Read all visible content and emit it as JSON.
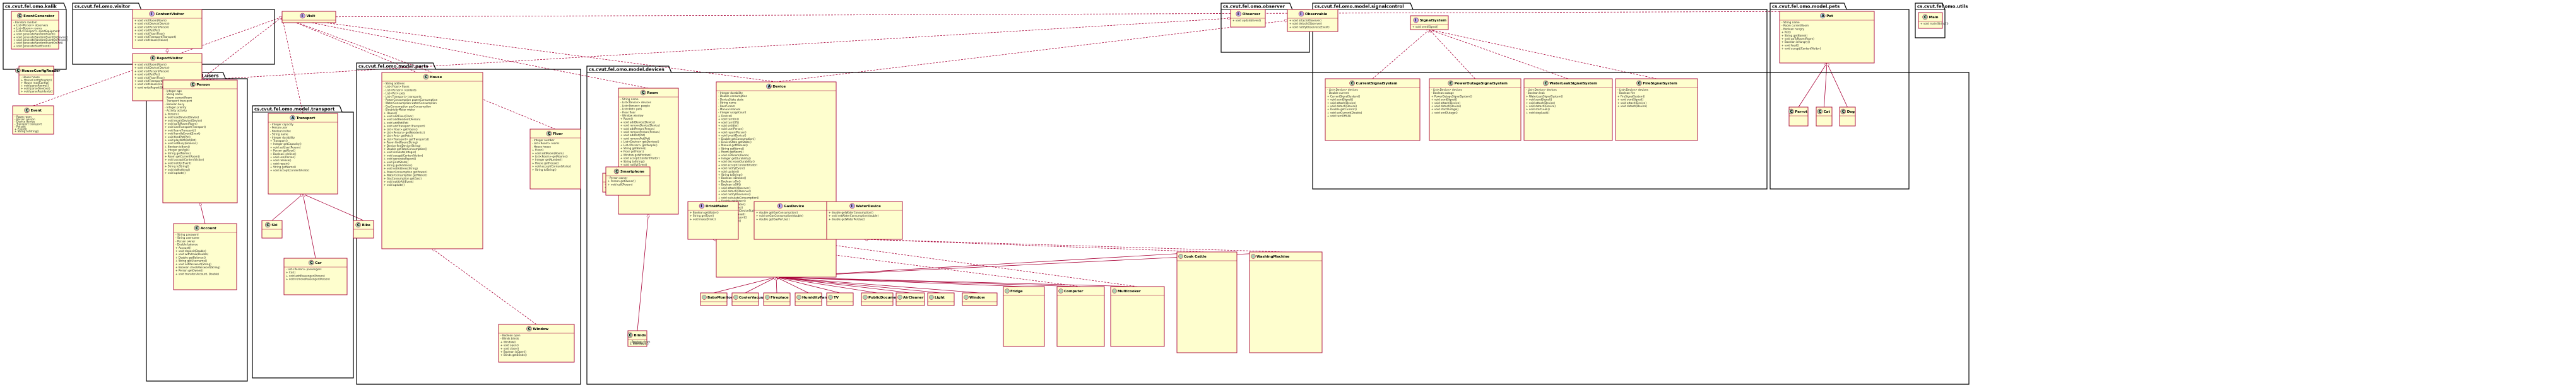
{
  "colors": {
    "class_fill": "#FEFECE",
    "class_stroke": "#A80036",
    "package_stroke": "#000000",
    "link": "#A80036",
    "class_badge": "#ADD1B2",
    "interface_badge": "#B4A7E5",
    "abstract_badge": "#A9DCDF",
    "enum_badge": "#EB937F"
  },
  "packages": [
    {
      "id": "pkg-annotation",
      "name": "cs.cvut.fel.omo.model",
      "visible_name": "cs.cvut.fel.omo.kalik"
    },
    {
      "id": "pkg-visitor",
      "name": "cs.cvut.fel.omo.visitor"
    },
    {
      "id": "pkg-users",
      "name": "cs.cvut.fel.omo.model.users"
    },
    {
      "id": "pkg-transport",
      "name": "cs.cvut.fel.omo.model.transport"
    },
    {
      "id": "pkg-parts",
      "name": "cs.cvut.fel.omo.model.parts"
    },
    {
      "id": "pkg-devices",
      "name": "cs.cvut.fel.omo.model.devices"
    },
    {
      "id": "pkg-observer",
      "name": "cs.cvut.fel.omo.observer"
    },
    {
      "id": "pkg-signal",
      "name": "cs.cvut.fel.omo.model.signalcontrol"
    },
    {
      "id": "pkg-pets",
      "name": "cs.cvut.fel.omo.model.pets"
    },
    {
      "id": "pkg-utils",
      "name": "cs.cvut.fel.omo.utils"
    }
  ],
  "classes": [
    {
      "id": "EventGenerator",
      "kind": "C",
      "name": "EventGenerator",
      "members": [
        "- Random random",
        "+ List<Person> observers",
        "+ List<Room> rooms",
        "+ List<Transport> sportEquipment",
        "+ void generateRandomEvent()",
        "+ void generateRandomEventOnDevice()",
        "+ void generateRandomEventOnPerson()",
        "+ void generateRandomEventOnPet()",
        "+ void generateStartEvent()"
      ]
    },
    {
      "id": "HouseConfig",
      "kind": "C",
      "name": "HouseConfigReader",
      "members": [
        "- House house",
        "+ HouseConfigReader()",
        "+ House readConfig()",
        "+ void parseRooms()",
        "+ void parseDevices()",
        "+ void parseResidents()"
      ]
    },
    {
      "id": "Event",
      "kind": "C",
      "name": "Event",
      "members": [
        "- Room room",
        "- Person person",
        "- Device device",
        "- Transport transport",
        "- Pet pet",
        "+ Event()",
        "+ String toString()"
      ]
    },
    {
      "id": "ContentVisitor",
      "kind": "I",
      "name": "ContentVisitor",
      "members": [
        "+ void visitRoom(Room)",
        "+ void visitDevice(Device)",
        "+ void visitPerson(Person)",
        "+ void visitPet(Pet)",
        "+ void visitFloor(Floor)",
        "+ void visitTransport(Transport)",
        "+ void visitHouse(House)"
      ]
    },
    {
      "id": "Visit",
      "kind": "I",
      "name": "Visit",
      "members": [
        "+ void accept(ContentVisitor)"
      ]
    },
    {
      "id": "ReportVisitor",
      "kind": "C",
      "name": "ReportVisitor",
      "members": [
        "+ void visitRoom(Room)",
        "+ void visitDevice(Device)",
        "+ void visitPerson(Person)",
        "+ void visitPet(Pet)",
        "+ void visitFloor(Floor)",
        "+ void visitTransport(Transport)",
        "+ void visitHouse(House)",
        "+ void writeReport(String)"
      ]
    },
    {
      "id": "Person",
      "kind": "C",
      "name": "Person",
      "members": [
        "- Integer age",
        "- String name",
        "- Room currentRoom",
        "- Transport transport",
        "- Boolean busy",
        "- Integer priority",
        "- Activity activity",
        "+ Person()",
        "+ void useDevice(Device)",
        "+ void repairDevice(Device)",
        "+ void goToRoom(Room)",
        "+ void useTransport(Transport)",
        "+ void leaveTransport()",
        "+ void handleEvent(Event)",
        "+ void feedPet(Pet)",
        "+ void playWithPet(Pet)",
        "+ void setBusy(Boolean)",
        "+ Boolean isBusy()",
        "+ Integer getAge()",
        "+ String getName()",
        "+ Room getCurrentRoom()",
        "+ void accept(ContentVisitor)",
        "+ void notify(Event)",
        "+ String toString()",
        "+ void doNothing()",
        "+ void update()"
      ]
    },
    {
      "id": "Account",
      "kind": "C",
      "name": "Account",
      "members": [
        "- String password",
        "- String username",
        "- Person owner",
        "- Double balance",
        "+ Account()",
        "+ void deposit(Double)",
        "+ void withdraw(Double)",
        "+ Double getBalance()",
        "+ String getUsername()",
        "+ void setPassword(String)",
        "+ Boolean checkPassword(String)",
        "+ Person getOwner()",
        "+ void transfer(Account, Double)"
      ]
    },
    {
      "id": "Transport",
      "kind": "A",
      "name": "Transport",
      "members": [
        "- Integer capacity",
        "- Person user",
        "- Boolean inUse",
        "- String name",
        "- Integer durability",
        "+ Transport()",
        "+ Integer getCapacity()",
        "+ void setUser(Person)",
        "+ Person getUser()",
        "+ Boolean isInUse()",
        "+ void use(Person)",
        "+ void release()",
        "+ void repair()",
        "+ String getName()",
        "+ void accept(ContentVisitor)"
      ]
    },
    {
      "id": "Ski",
      "kind": "C",
      "name": "Ski",
      "members": []
    },
    {
      "id": "Car",
      "kind": "C",
      "name": "Car",
      "members": [
        "- List<Person> passengers",
        "+ Car()",
        "+ void addPassenger(Person)",
        "+ void removePassenger(Person)"
      ]
    },
    {
      "id": "Bike",
      "kind": "C",
      "name": "Bike",
      "members": []
    },
    {
      "id": "House",
      "kind": "C",
      "name": "House",
      "members": [
        "- String address",
        "- List<Floor> floors",
        "- List<Person> residents",
        "- List<Pet> pets",
        "- List<Transport> transports",
        "- PowerConsumption powerConsumption",
        "- WaterConsumption waterConsumption",
        "- GasConsumption gasConsumption",
        "- ElectricityMeter meter",
        "+ House()",
        "+ void addFloor(Floor)",
        "+ void addResident(Person)",
        "+ void addPet(Pet)",
        "+ void addTransport(Transport)",
        "+ List<Floor> getFloors()",
        "+ List<Person> getResidents()",
        "+ List<Pet> getPets()",
        "+ List<Transport> getTransports()",
        "+ Room findRoom(String)",
        "+ Device findDevice(String)",
        "+ Double getTotalConsumption()",
        "+ void simulate(Integer)",
        "+ void accept(ContentVisitor)",
        "+ void generateReport()",
        "+ void printState()",
        "+ String getAddress()",
        "+ void setAddress(String)",
        "+ PowerConsumption getPower()",
        "+ WaterConsumption getWater()",
        "+ GasConsumption getGas()",
        "+ void notifyAll(Event)",
        "+ void update()"
      ]
    },
    {
      "id": "Floor",
      "kind": "C",
      "name": "Floor",
      "members": [
        "- Integer number",
        "- List<Room> rooms",
        "- House house",
        "+ Floor()",
        "+ void addRoom(Room)",
        "+ List<Room> getRooms()",
        "+ Integer getNumber()",
        "+ House getHouse()",
        "+ void accept(ContentVisitor)",
        "+ String toString()"
      ]
    },
    {
      "id": "Room",
      "kind": "C",
      "name": "Room",
      "members": [
        "- String name",
        "- List<Device> devices",
        "- List<Person> people",
        "- List<Pet> pets",
        "- Floor floor",
        "- Window window",
        "+ Room()",
        "+ void addDevice(Device)",
        "+ void removeDevice(Device)",
        "+ void addPerson(Person)",
        "+ void removePerson(Person)",
        "+ void addPet(Pet)",
        "+ void removePet(Pet)",
        "+ List<Device> getDevices()",
        "+ List<Person> getPeople()",
        "+ String getName()",
        "+ Floor getFloor()",
        "+ Window getWindow()",
        "+ void accept(ContentVisitor)",
        "+ String toString()",
        "+ void notify(Event)",
        "+ void update()"
      ]
    },
    {
      "id": "RoomCreator",
      "kind": "C",
      "name": "RoomCreator",
      "members": [
        "+ Room createRoom(String)",
        "+ Room createKitchen()"
      ]
    },
    {
      "id": "Window",
      "kind": "C",
      "name": "Window",
      "members": [
        "- Boolean open",
        "- Blinds blinds",
        "+ Window()",
        "+ void open()",
        "+ void close()",
        "+ Boolean isOpen()",
        "+ Blinds getBlinds()"
      ]
    },
    {
      "id": "Blinds",
      "kind": "C",
      "name": "Blinds",
      "members": [
        "- Boolean down",
        "+ Blinds()",
        "+ void down()",
        "+ void up()"
      ]
    },
    {
      "id": "Device",
      "kind": "A",
      "name": "Device",
      "members": [
        "- Integer durability",
        "- Double consumption",
        "- DeviceState state",
        "- String name",
        "- Room room",
        "- Manual manual",
        "- Integer usageCount",
        "+ Device()",
        "+ void turnOn()",
        "+ void turnOff()",
        "+ void setIdle()",
        "+ void use(Person)",
        "+ void repair(Person)",
        "+ void breakDevice()",
        "+ Double getConsumption()",
        "+ DeviceState getState()",
        "+ Manual getManual()",
        "+ String getName()",
        "+ Room getRoom()",
        "+ void setRoom(Room)",
        "+ Integer getDurability()",
        "+ void decreaseDurability()",
        "+ void accept(ContentVisitor)",
        "+ void notify(Event)",
        "+ void update()",
        "+ String toString()",
        "+ Boolean isBroken()",
        "+ Boolean isOn()",
        "+ Boolean isOff()",
        "+ void attach(Observer)",
        "+ void detach(Observer)",
        "+ void notifyObservers()",
        "+ void calculateConsumption()",
        "+ Double getPower()",
        "+ Double getWater()",
        "+ Double getGas()",
        "+ void setState(DeviceState)",
        "+ void readManual()",
        "+ void createReport()",
        "+ void simulate()"
      ]
    },
    {
      "id": "DrinkMaker",
      "kind": "I",
      "name": "DrinkMaker",
      "members": [
        "+ Boolean getWater()",
        "+ String getType()",
        "+ void makeDrink()"
      ]
    },
    {
      "id": "GasDevice",
      "kind": "I",
      "name": "GasDevice",
      "members": [
        "+ double getGasConsumption()",
        "+ void setGasConsumption(double)",
        "+ double getGasPerUse()"
      ]
    },
    {
      "id": "WaterDevice",
      "kind": "I",
      "name": "WaterDevice",
      "members": [
        "+ double getWaterConsumption()",
        "+ void setWaterConsumption(double)",
        "+ double getWaterPerUse()"
      ]
    },
    {
      "id": "Smartphone",
      "kind": "C",
      "name": "Smartphone",
      "members": [
        "- Person owner",
        "+ Person getOwner()",
        "+ void call(Person)"
      ]
    },
    {
      "id": "Observer",
      "kind": "I",
      "name": "Observer",
      "members": [
        "+ void update(Event)"
      ]
    },
    {
      "id": "Observable",
      "kind": "I",
      "name": "Observable",
      "members": [
        "+ void attach(Observer)",
        "+ void detach(Observer)",
        "+ void notifyObservers(Event)"
      ]
    },
    {
      "id": "SignalSystem",
      "kind": "I",
      "name": "SignalSystem",
      "members": [
        "+ void sendSignal()"
      ]
    },
    {
      "id": "CurrentSignal",
      "kind": "C",
      "name": "CurrentSignalSystem",
      "members": [
        "- List<Device> devices",
        "- Double current",
        "+ CurrentSignalSystem()",
        "+ void sendSignal()",
        "+ void attach(Device)",
        "+ void detach(Device)",
        "+ Double getCurrent()",
        "+ void setCurrent(Double)",
        "+ void turnOffAll()"
      ]
    },
    {
      "id": "PowerOutage",
      "kind": "C",
      "name": "PowerOutageSignalSystem",
      "members": [
        "- List<Device> devices",
        "- Boolean outage",
        "+ PowerOutageSignalSystem()",
        "+ void sendSignal()",
        "+ void attach(Device)",
        "+ void detach(Device)",
        "+ void startOutage()",
        "+ void endOutage()"
      ]
    },
    {
      "id": "WaterLeak",
      "kind": "C",
      "name": "WaterLeakSignalSystem",
      "members": [
        "- List<Device> devices",
        "- Boolean leak",
        "+ WaterLeakSignalSystem()",
        "+ void sendSignal()",
        "+ void attach(Device)",
        "+ void detach(Device)",
        "+ void startLeak()",
        "+ void stopLeak()"
      ]
    },
    {
      "id": "FireSignal",
      "kind": "C",
      "name": "FireSignalSystem",
      "members": [
        "- List<Device> devices",
        "- Boolean fire",
        "+ FireSignalSystem()",
        "+ void sendSignal()",
        "+ void attach(Device)",
        "+ void detach(Device)"
      ]
    },
    {
      "id": "Pet",
      "kind": "A",
      "name": "Pet",
      "members": [
        "- String name",
        "- Room currentRoom",
        "- Boolean hungry",
        "+ Pet()",
        "+ String getName()",
        "+ void goToRoom(Room)",
        "+ Boolean isHungry()",
        "+ void feed()",
        "+ void accept(ContentVisitor)"
      ]
    },
    {
      "id": "Parrot",
      "kind": "C",
      "name": "Parrot",
      "members": []
    },
    {
      "id": "Cat",
      "kind": "C",
      "name": "Cat",
      "members": []
    },
    {
      "id": "Dog",
      "kind": "C",
      "name": "Dog",
      "members": []
    },
    {
      "id": "Main",
      "kind": "C",
      "name": "Main",
      "members": [
        "+ void main(String[])"
      ]
    }
  ],
  "devices": [
    "BabyMonitor",
    "CoolerVacuum",
    "Fireplace",
    "HumidityFan",
    "TV",
    "PublicDocumentOCamera",
    "AirCleaner",
    "Light",
    "Window",
    "Fridge",
    "Computer",
    "Multicooker",
    "Cook Cattle",
    "WashingMachine"
  ]
}
